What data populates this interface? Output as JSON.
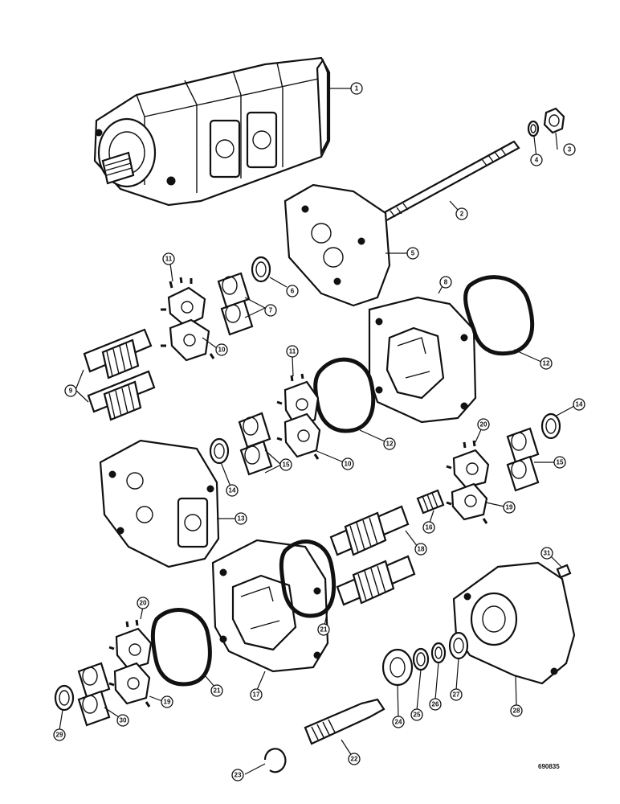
{
  "figure": {
    "code": "690835",
    "callouts": [
      {
        "n": "1"
      },
      {
        "n": "2"
      },
      {
        "n": "3"
      },
      {
        "n": "4"
      },
      {
        "n": "5"
      },
      {
        "n": "6"
      },
      {
        "n": "7"
      },
      {
        "n": "8"
      },
      {
        "n": "9"
      },
      {
        "n": "10"
      },
      {
        "n": "10"
      },
      {
        "n": "11"
      },
      {
        "n": "11"
      },
      {
        "n": "12"
      },
      {
        "n": "12"
      },
      {
        "n": "13"
      },
      {
        "n": "14"
      },
      {
        "n": "14"
      },
      {
        "n": "15"
      },
      {
        "n": "15"
      },
      {
        "n": "16"
      },
      {
        "n": "17"
      },
      {
        "n": "18"
      },
      {
        "n": "19"
      },
      {
        "n": "19"
      },
      {
        "n": "20"
      },
      {
        "n": "20"
      },
      {
        "n": "21"
      },
      {
        "n": "21"
      },
      {
        "n": "22"
      },
      {
        "n": "23"
      },
      {
        "n": "24"
      },
      {
        "n": "25"
      },
      {
        "n": "26"
      },
      {
        "n": "27"
      },
      {
        "n": "28"
      },
      {
        "n": "29"
      },
      {
        "n": "30"
      },
      {
        "n": "31"
      }
    ]
  }
}
